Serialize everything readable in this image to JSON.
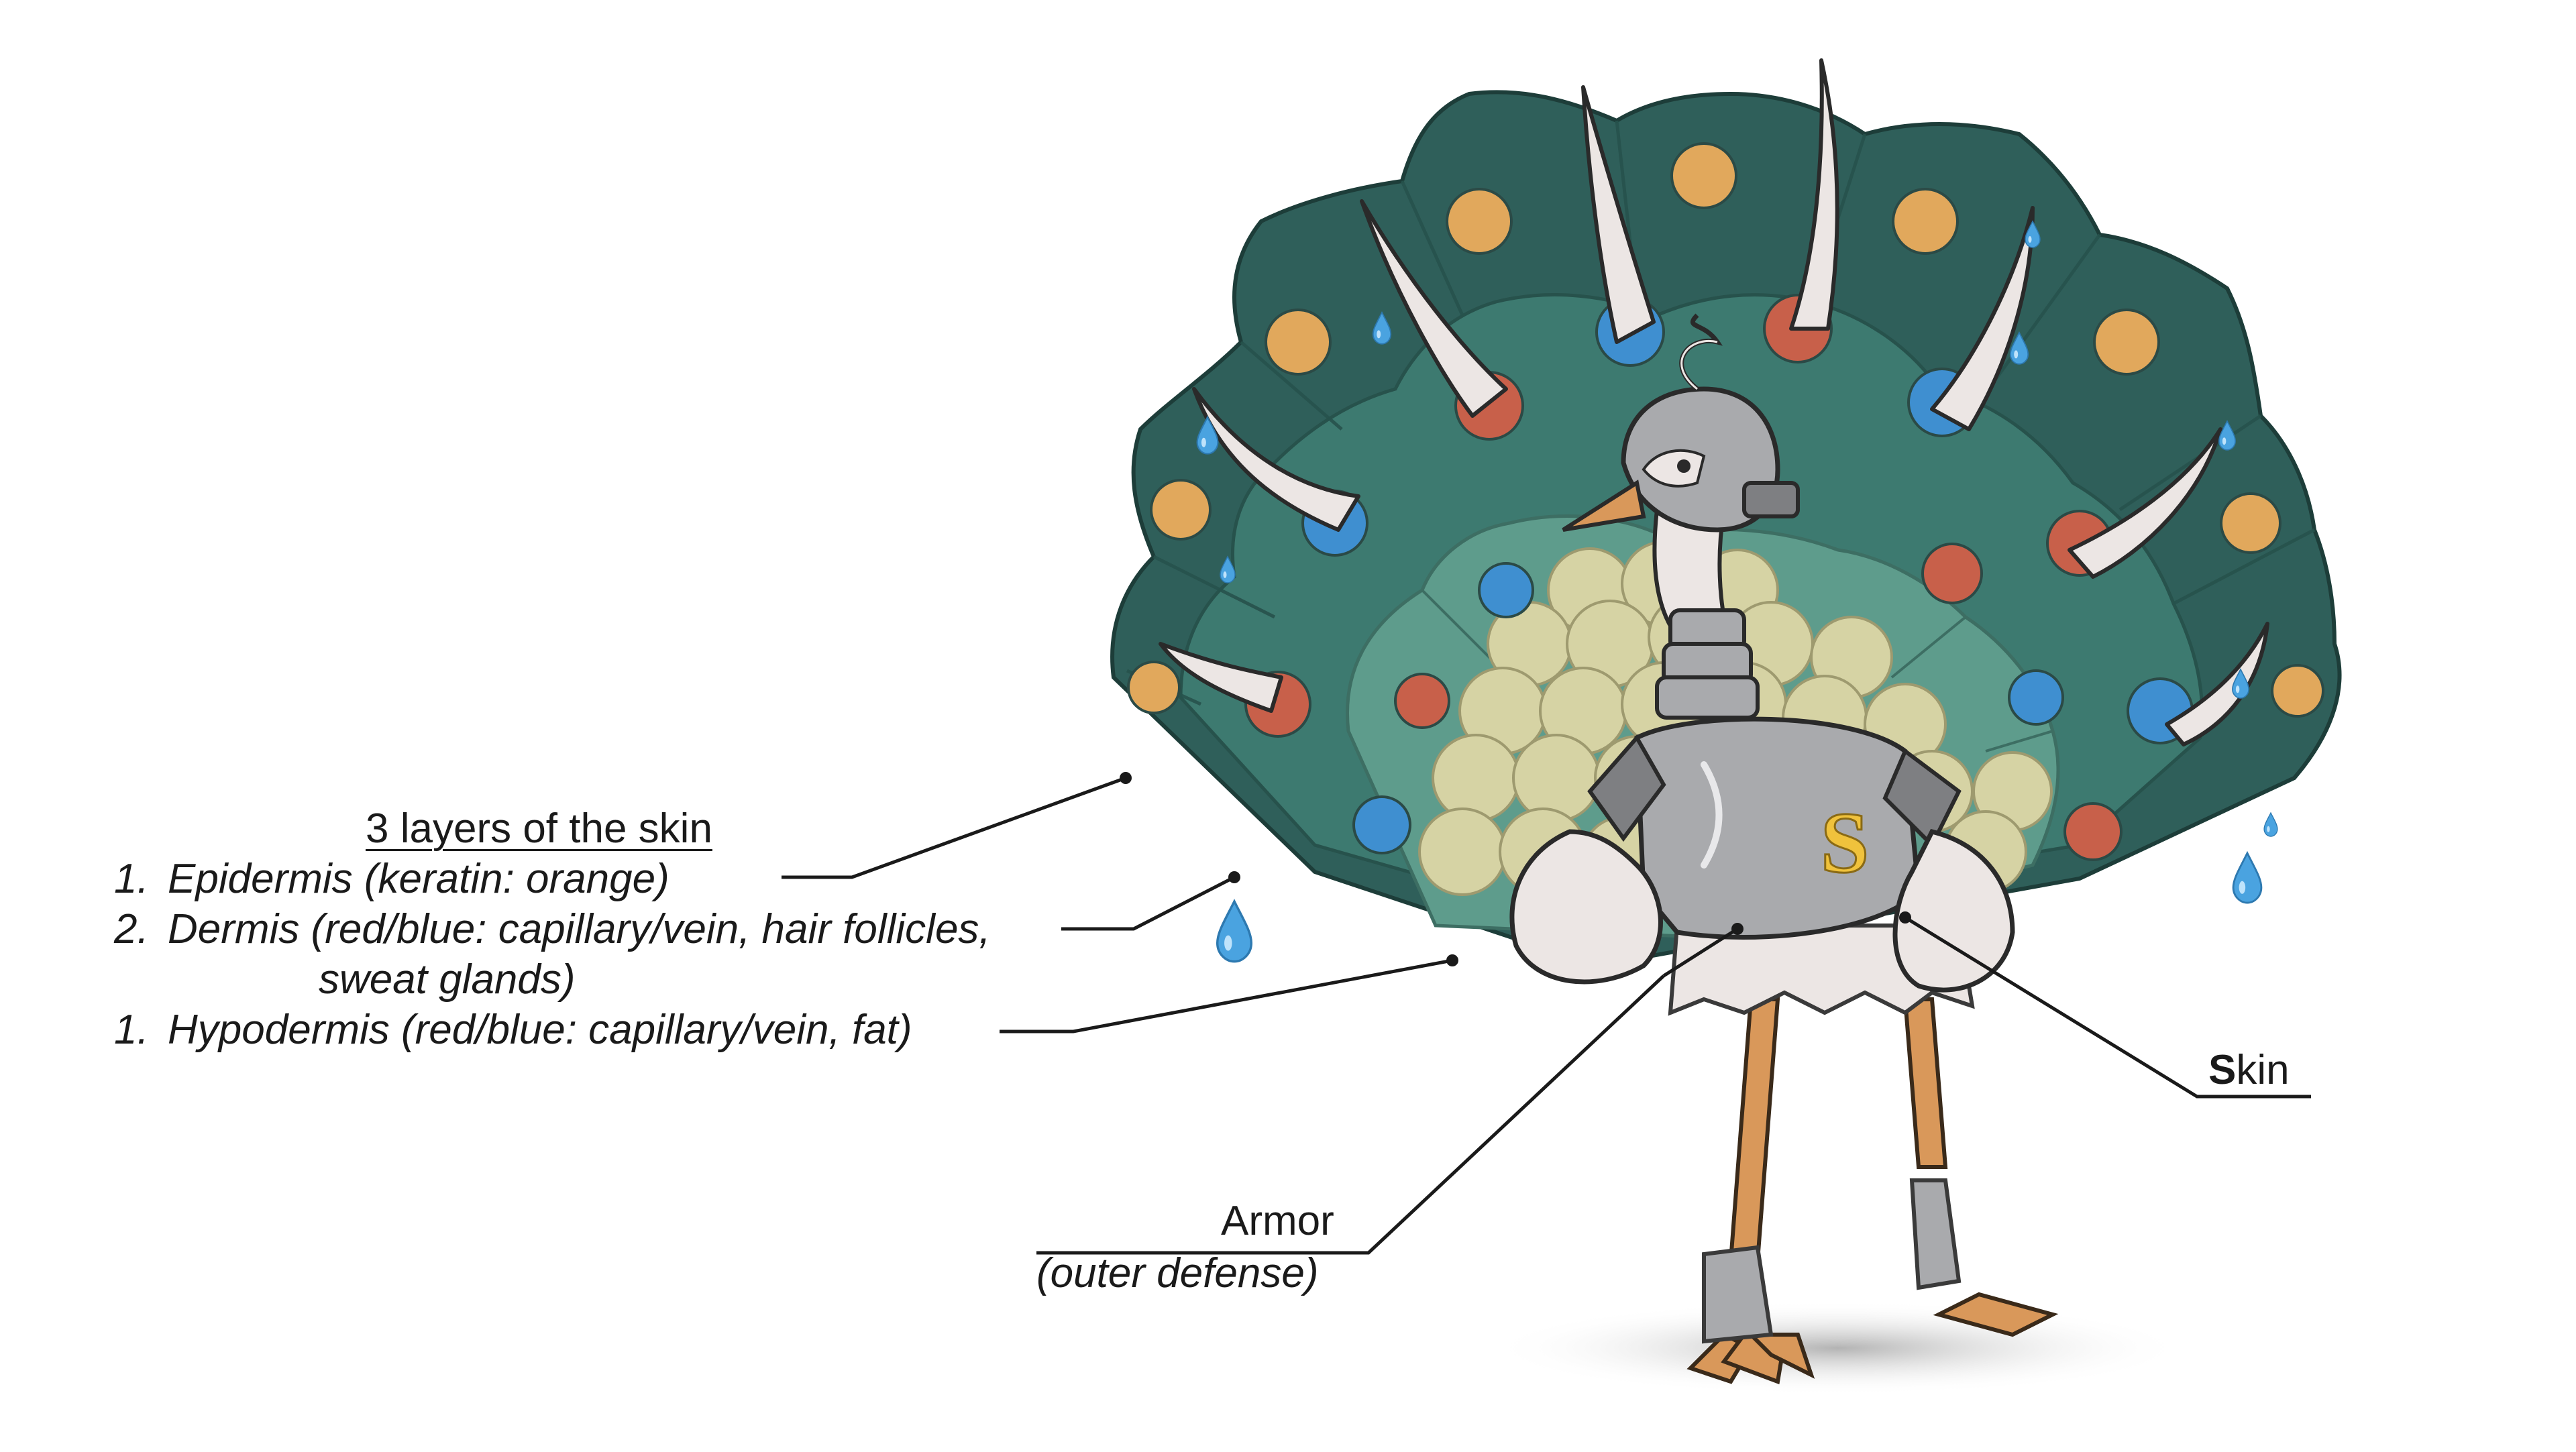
{
  "legend": {
    "title": "3 layers of the skin",
    "items": [
      {
        "num": "1.",
        "text": "Epidermis (keratin: orange)"
      },
      {
        "num": "2.",
        "text": "Dermis (red/blue: capillary/vein, hair follicles,",
        "cont": "sweat glands)"
      },
      {
        "num": "1.",
        "text": "Hypodermis (red/blue: capillary/vein, fat)"
      }
    ]
  },
  "labels": {
    "armor": "Armor",
    "armor_sub": "(outer defense)",
    "skin_initial": "S",
    "skin_rest": "kin"
  },
  "character": {
    "emblem": "S"
  },
  "colors": {
    "shell_dark": "#2f5f5a",
    "shell_mid": "#3d7a70",
    "shell_light": "#5e9c8c",
    "keratin": "#e1a85c",
    "capillary": "#c8604a",
    "vein": "#3f8fd0",
    "fat": "#d6d3a4",
    "horn": "#ece6e4",
    "sweat": "#4aa3e0",
    "armor": "#a9aaad",
    "leg": "#d9985a",
    "emblem": "#f0c23c"
  }
}
